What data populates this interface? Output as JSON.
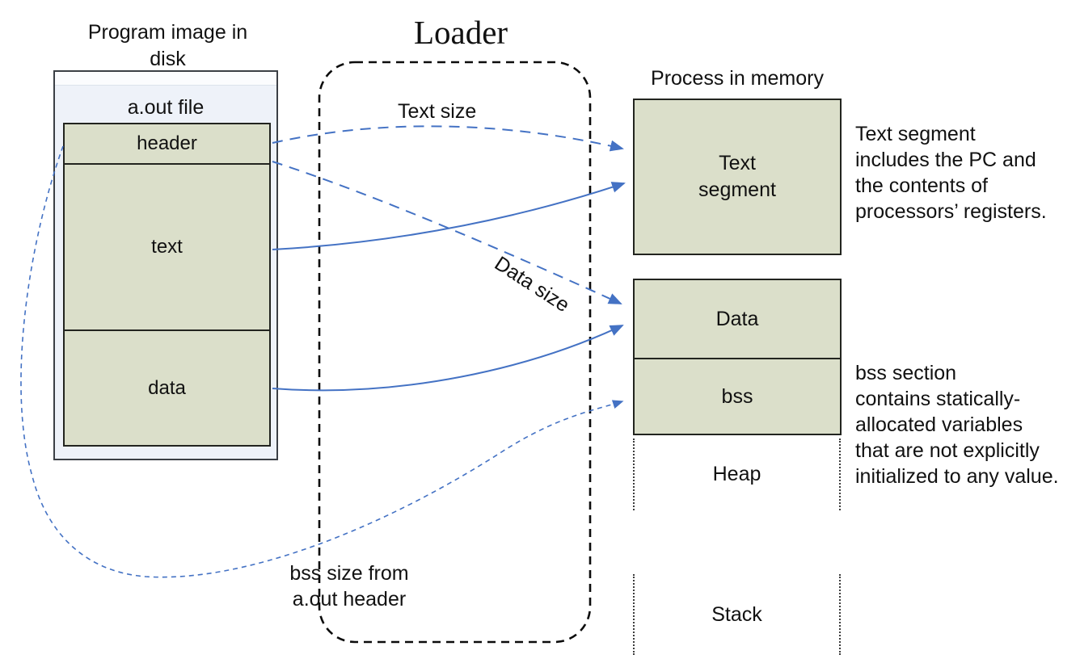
{
  "colors": {
    "arrow_blue": "#4472c4",
    "segment_green": "#dbdfca",
    "disk_fill": "#eef2f9",
    "line_black": "#111111"
  },
  "disk": {
    "title": "Program image in\ndisk",
    "file_label": "a.out file",
    "sections": {
      "header": "header",
      "text": "text",
      "data": "data"
    }
  },
  "loader": {
    "title": "Loader"
  },
  "flow_labels": {
    "text_size": "Text size",
    "data_size": "Data size",
    "bss_size": "bss size from\na.out header"
  },
  "memory": {
    "title": "Process in memory",
    "text_segment": "Text\nsegment",
    "data": "Data",
    "bss": "bss",
    "heap": "Heap",
    "stack": "Stack"
  },
  "notes": {
    "text_segment": "Text segment\nincludes the PC and\nthe contents of\nprocessors’ registers.",
    "bss": "bss section\ncontains statically-\nallocated variables\nthat are not explicitly\ninitialized to any value."
  }
}
